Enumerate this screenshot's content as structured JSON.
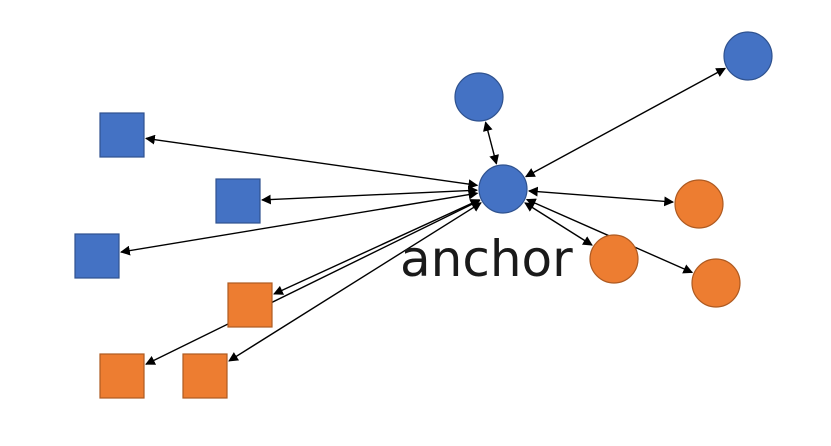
{
  "anchor_label": "anchor",
  "colors": {
    "blue": "#4472c4",
    "orange": "#ed7d31",
    "edge": "#000000"
  },
  "nodes": [
    {
      "id": "anchor",
      "shape": "circle",
      "color": "blue"
    },
    {
      "id": "blue-circle-top",
      "shape": "circle",
      "color": "blue"
    },
    {
      "id": "blue-circle-top-right",
      "shape": "circle",
      "color": "blue"
    },
    {
      "id": "orange-circle-right",
      "shape": "circle",
      "color": "orange"
    },
    {
      "id": "orange-circle-lower-right",
      "shape": "circle",
      "color": "orange"
    },
    {
      "id": "orange-circle-near-label",
      "shape": "circle",
      "color": "orange"
    },
    {
      "id": "blue-square-top-left",
      "shape": "square",
      "color": "blue"
    },
    {
      "id": "blue-square-middle",
      "shape": "square",
      "color": "blue"
    },
    {
      "id": "blue-square-left",
      "shape": "square",
      "color": "blue"
    },
    {
      "id": "orange-square-middle",
      "shape": "square",
      "color": "orange"
    },
    {
      "id": "orange-square-bottom-left",
      "shape": "square",
      "color": "orange"
    },
    {
      "id": "orange-square-bottom-middle",
      "shape": "square",
      "color": "orange"
    }
  ],
  "edges": [
    {
      "from": "anchor",
      "to": "blue-circle-top",
      "direction": "both"
    },
    {
      "from": "anchor",
      "to": "blue-circle-top-right",
      "direction": "both"
    },
    {
      "from": "anchor",
      "to": "orange-circle-right",
      "direction": "both"
    },
    {
      "from": "anchor",
      "to": "orange-circle-lower-right",
      "direction": "both"
    },
    {
      "from": "anchor",
      "to": "orange-circle-near-label",
      "direction": "both"
    },
    {
      "from": "anchor",
      "to": "blue-square-top-left",
      "direction": "both"
    },
    {
      "from": "anchor",
      "to": "blue-square-middle",
      "direction": "both"
    },
    {
      "from": "anchor",
      "to": "blue-square-left",
      "direction": "both"
    },
    {
      "from": "anchor",
      "to": "orange-square-middle",
      "direction": "both"
    },
    {
      "from": "anchor",
      "to": "orange-square-bottom-left",
      "direction": "both"
    },
    {
      "from": "anchor",
      "to": "orange-square-bottom-middle",
      "direction": "both"
    }
  ]
}
